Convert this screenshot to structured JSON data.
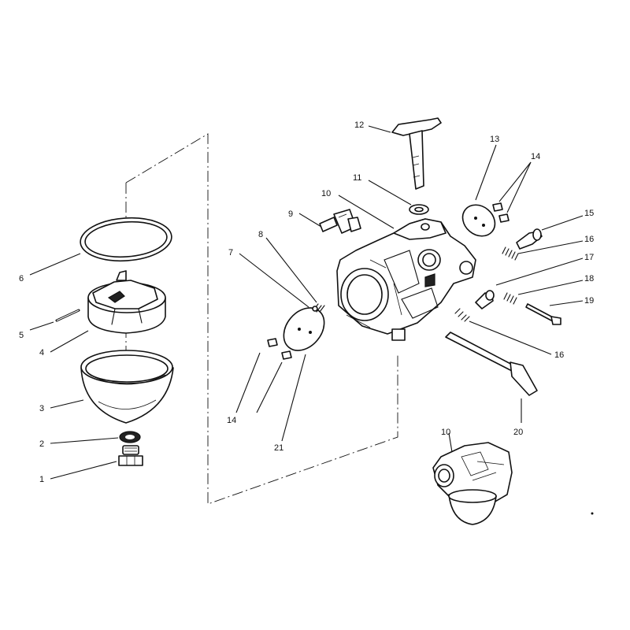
{
  "diagram": {
    "title": "",
    "callouts": [
      {
        "id": "c1",
        "label": "1"
      },
      {
        "id": "c2",
        "label": "2"
      },
      {
        "id": "c3",
        "label": "3"
      },
      {
        "id": "c4",
        "label": "4"
      },
      {
        "id": "c5",
        "label": "5"
      },
      {
        "id": "c6",
        "label": "6"
      },
      {
        "id": "c7",
        "label": "7"
      },
      {
        "id": "c8",
        "label": "8"
      },
      {
        "id": "c9",
        "label": "9"
      },
      {
        "id": "c10a",
        "label": "10"
      },
      {
        "id": "c10b",
        "label": "10"
      },
      {
        "id": "c11",
        "label": "11"
      },
      {
        "id": "c12",
        "label": "12"
      },
      {
        "id": "c13",
        "label": "13"
      },
      {
        "id": "c14a",
        "label": "14"
      },
      {
        "id": "c14b",
        "label": "14"
      },
      {
        "id": "c15",
        "label": "15"
      },
      {
        "id": "c16a",
        "label": "16"
      },
      {
        "id": "c16b",
        "label": "16"
      },
      {
        "id": "c17",
        "label": "17"
      },
      {
        "id": "c18",
        "label": "18"
      },
      {
        "id": "c19",
        "label": "19"
      },
      {
        "id": "c20",
        "label": "20"
      },
      {
        "id": "c21",
        "label": "21"
      }
    ]
  }
}
